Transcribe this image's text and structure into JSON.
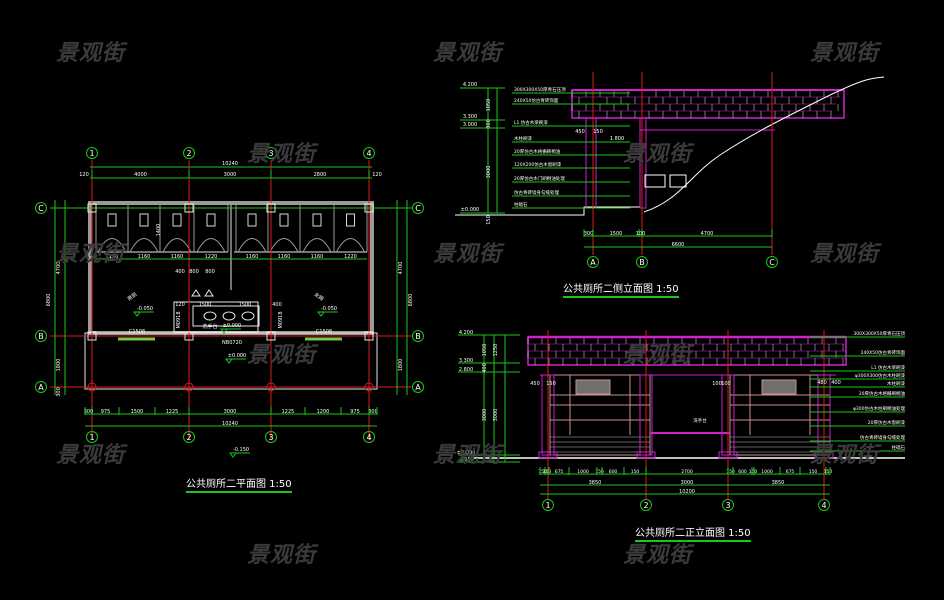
{
  "watermark": "景观街",
  "colors": {
    "background": "#000000",
    "dimension": "#18c818",
    "axis": "#e01818",
    "wall": "#9a9a9a",
    "fixture": "#d8d8d8",
    "roof": "#d020d0",
    "frame": "#c89090",
    "text": "#ffffff"
  },
  "plan": {
    "title": "公共厕所二平面图 1:50",
    "axes_x": [
      "1",
      "2",
      "3",
      "4"
    ],
    "axes_y": [
      "C",
      "B",
      "A"
    ],
    "top_total": "10240",
    "top_dims": [
      "120",
      "4000",
      "3000",
      "2800",
      "120"
    ],
    "stall_dims": [
      "1160",
      "1160",
      "1160",
      "1220",
      "1160",
      "1160",
      "1160",
      "1220"
    ],
    "stall_depth": "1400",
    "side_dims_left": [
      "120",
      "4700",
      "1800",
      "300"
    ],
    "side_total": "6800",
    "basin_dims": [
      "400",
      "800",
      "800"
    ],
    "counter_dims": [
      "120",
      "1500",
      "1500",
      "400"
    ],
    "door_labels": [
      "C1508",
      "C1508"
    ],
    "beam_label": "NB0720",
    "doors_side": [
      "M0918",
      "M0918"
    ],
    "floor_marks": [
      "±0.000",
      "-0.050",
      "-0.050",
      "±0.000",
      "-0.150"
    ],
    "bottom_dims": [
      "300",
      "975",
      "1500",
      "1225",
      "3000",
      "1225",
      "1200",
      "975",
      "300"
    ],
    "bottom_total": "10240",
    "room_labels": [
      "男厕",
      "女厕"
    ],
    "counter_label": "洗手台"
  },
  "side_elevation": {
    "title": "公共厕所二侧立面图 1:50",
    "axes": [
      "A",
      "B",
      "C"
    ],
    "levels": [
      "4.200",
      "3.300",
      "3.000",
      "±0.000"
    ],
    "level_dims": [
      "1050",
      "300",
      "3000",
      "150"
    ],
    "bottom_dims": [
      "300",
      "1500",
      "100",
      "4700"
    ],
    "bottom_total": "6600",
    "notes": [
      "300X300X50厚青石压顶",
      "240X50仿古青砖饰面",
      "L1 仿古木梁刷漆",
      "木柱刷漆",
      "20厚仿古木格栅刷桐油",
      "120X200仿古木窗刷漆",
      "20厚仿古木门刷桐油处理",
      "仿古青砖墙身勾缝处理",
      "柱础石"
    ],
    "dim_marks": [
      "450",
      "150",
      "150",
      "1.800"
    ]
  },
  "front_elevation": {
    "title": "公共厕所二正立面图 1:50",
    "axes": [
      "1",
      "2",
      "3",
      "4"
    ],
    "levels": [
      "4.200",
      "3.300",
      "2.800",
      "±0.000",
      "-0.150"
    ],
    "level_dims_left": [
      "1050",
      "400",
      "3000",
      "150"
    ],
    "level_dims_inner": [
      "1250",
      "400",
      "400",
      "150",
      "250",
      "150",
      "250",
      "150",
      "250"
    ],
    "bottom_dims_1": [
      "150",
      "150",
      "675",
      "1000",
      "150",
      "600",
      "150",
      "2700",
      "150",
      "600",
      "150",
      "1000",
      "675",
      "150",
      "150"
    ],
    "bottom_dims_2": [
      "3850",
      "3000",
      "3850"
    ],
    "bottom_total": "10200",
    "mid_dims": [
      "450",
      "150",
      "100",
      "100",
      "100",
      "100",
      "480",
      "400"
    ],
    "notes": [
      "300X300X50厚青石压顶",
      "240X50仿古青砖饰面",
      "L1 仿古木梁刷漆",
      "φ300X300仿古木柱刷漆",
      "木柱刷漆",
      "20厚仿古木格栅刷桐油",
      "φ300仿古木柱刷桐油处理",
      "20厚仿古木窗刷漆",
      "仿古青砖墙身勾缝处理",
      "柱础石"
    ],
    "counter_label": "洗手台"
  }
}
